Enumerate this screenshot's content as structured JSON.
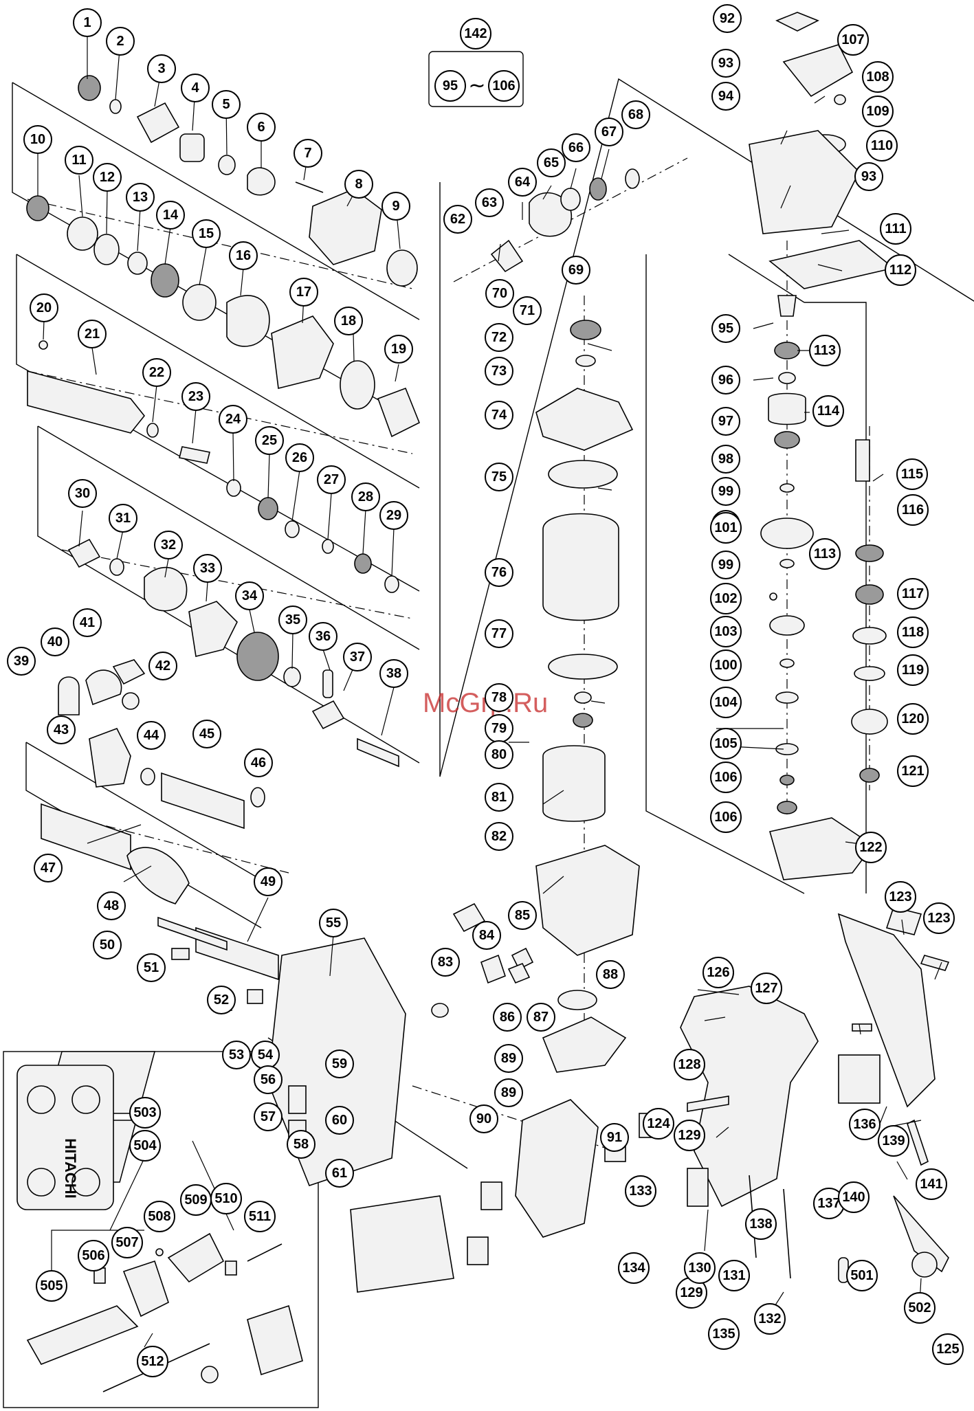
{
  "watermark": "McGrp.Ru",
  "kit_label": {
    "number": "142",
    "range_from": "95",
    "range_sep": "~",
    "range_to": "106"
  },
  "case_brand": "HITACHI",
  "parts": [
    "1",
    "2",
    "3",
    "4",
    "5",
    "6",
    "7",
    "8",
    "9",
    "10",
    "11",
    "12",
    "13",
    "14",
    "15",
    "16",
    "17",
    "18",
    "19",
    "20",
    "21",
    "22",
    "23",
    "24",
    "25",
    "26",
    "27",
    "28",
    "29",
    "30",
    "31",
    "32",
    "33",
    "34",
    "35",
    "36",
    "37",
    "38",
    "39",
    "40",
    "41",
    "42",
    "43",
    "44",
    "45",
    "46",
    "47",
    "48",
    "49",
    "50",
    "51",
    "52",
    "53",
    "54",
    "55",
    "56",
    "57",
    "58",
    "59",
    "60",
    "61",
    "62",
    "63",
    "64",
    "65",
    "66",
    "67",
    "68",
    "69",
    "70",
    "71",
    "72",
    "73",
    "74",
    "75",
    "76",
    "77",
    "78",
    "79",
    "80",
    "81",
    "82",
    "83",
    "84",
    "85",
    "86",
    "87",
    "88",
    "89",
    "89",
    "90",
    "91",
    "92",
    "93",
    "93",
    "94",
    "95",
    "96",
    "97",
    "98",
    "99",
    "99",
    "99",
    "100",
    "101",
    "102",
    "103",
    "104",
    "105",
    "106",
    "106",
    "107",
    "108",
    "109",
    "110",
    "111",
    "112",
    "113",
    "113",
    "114",
    "115",
    "116",
    "117",
    "118",
    "119",
    "120",
    "121",
    "122",
    "123",
    "123",
    "124",
    "125",
    "126",
    "127",
    "128",
    "129",
    "129",
    "130",
    "131",
    "132",
    "133",
    "134",
    "135",
    "136",
    "137",
    "138",
    "139",
    "140",
    "141",
    "501",
    "502",
    "503",
    "504",
    "505",
    "506",
    "507",
    "508",
    "509",
    "510",
    "511",
    "512"
  ]
}
